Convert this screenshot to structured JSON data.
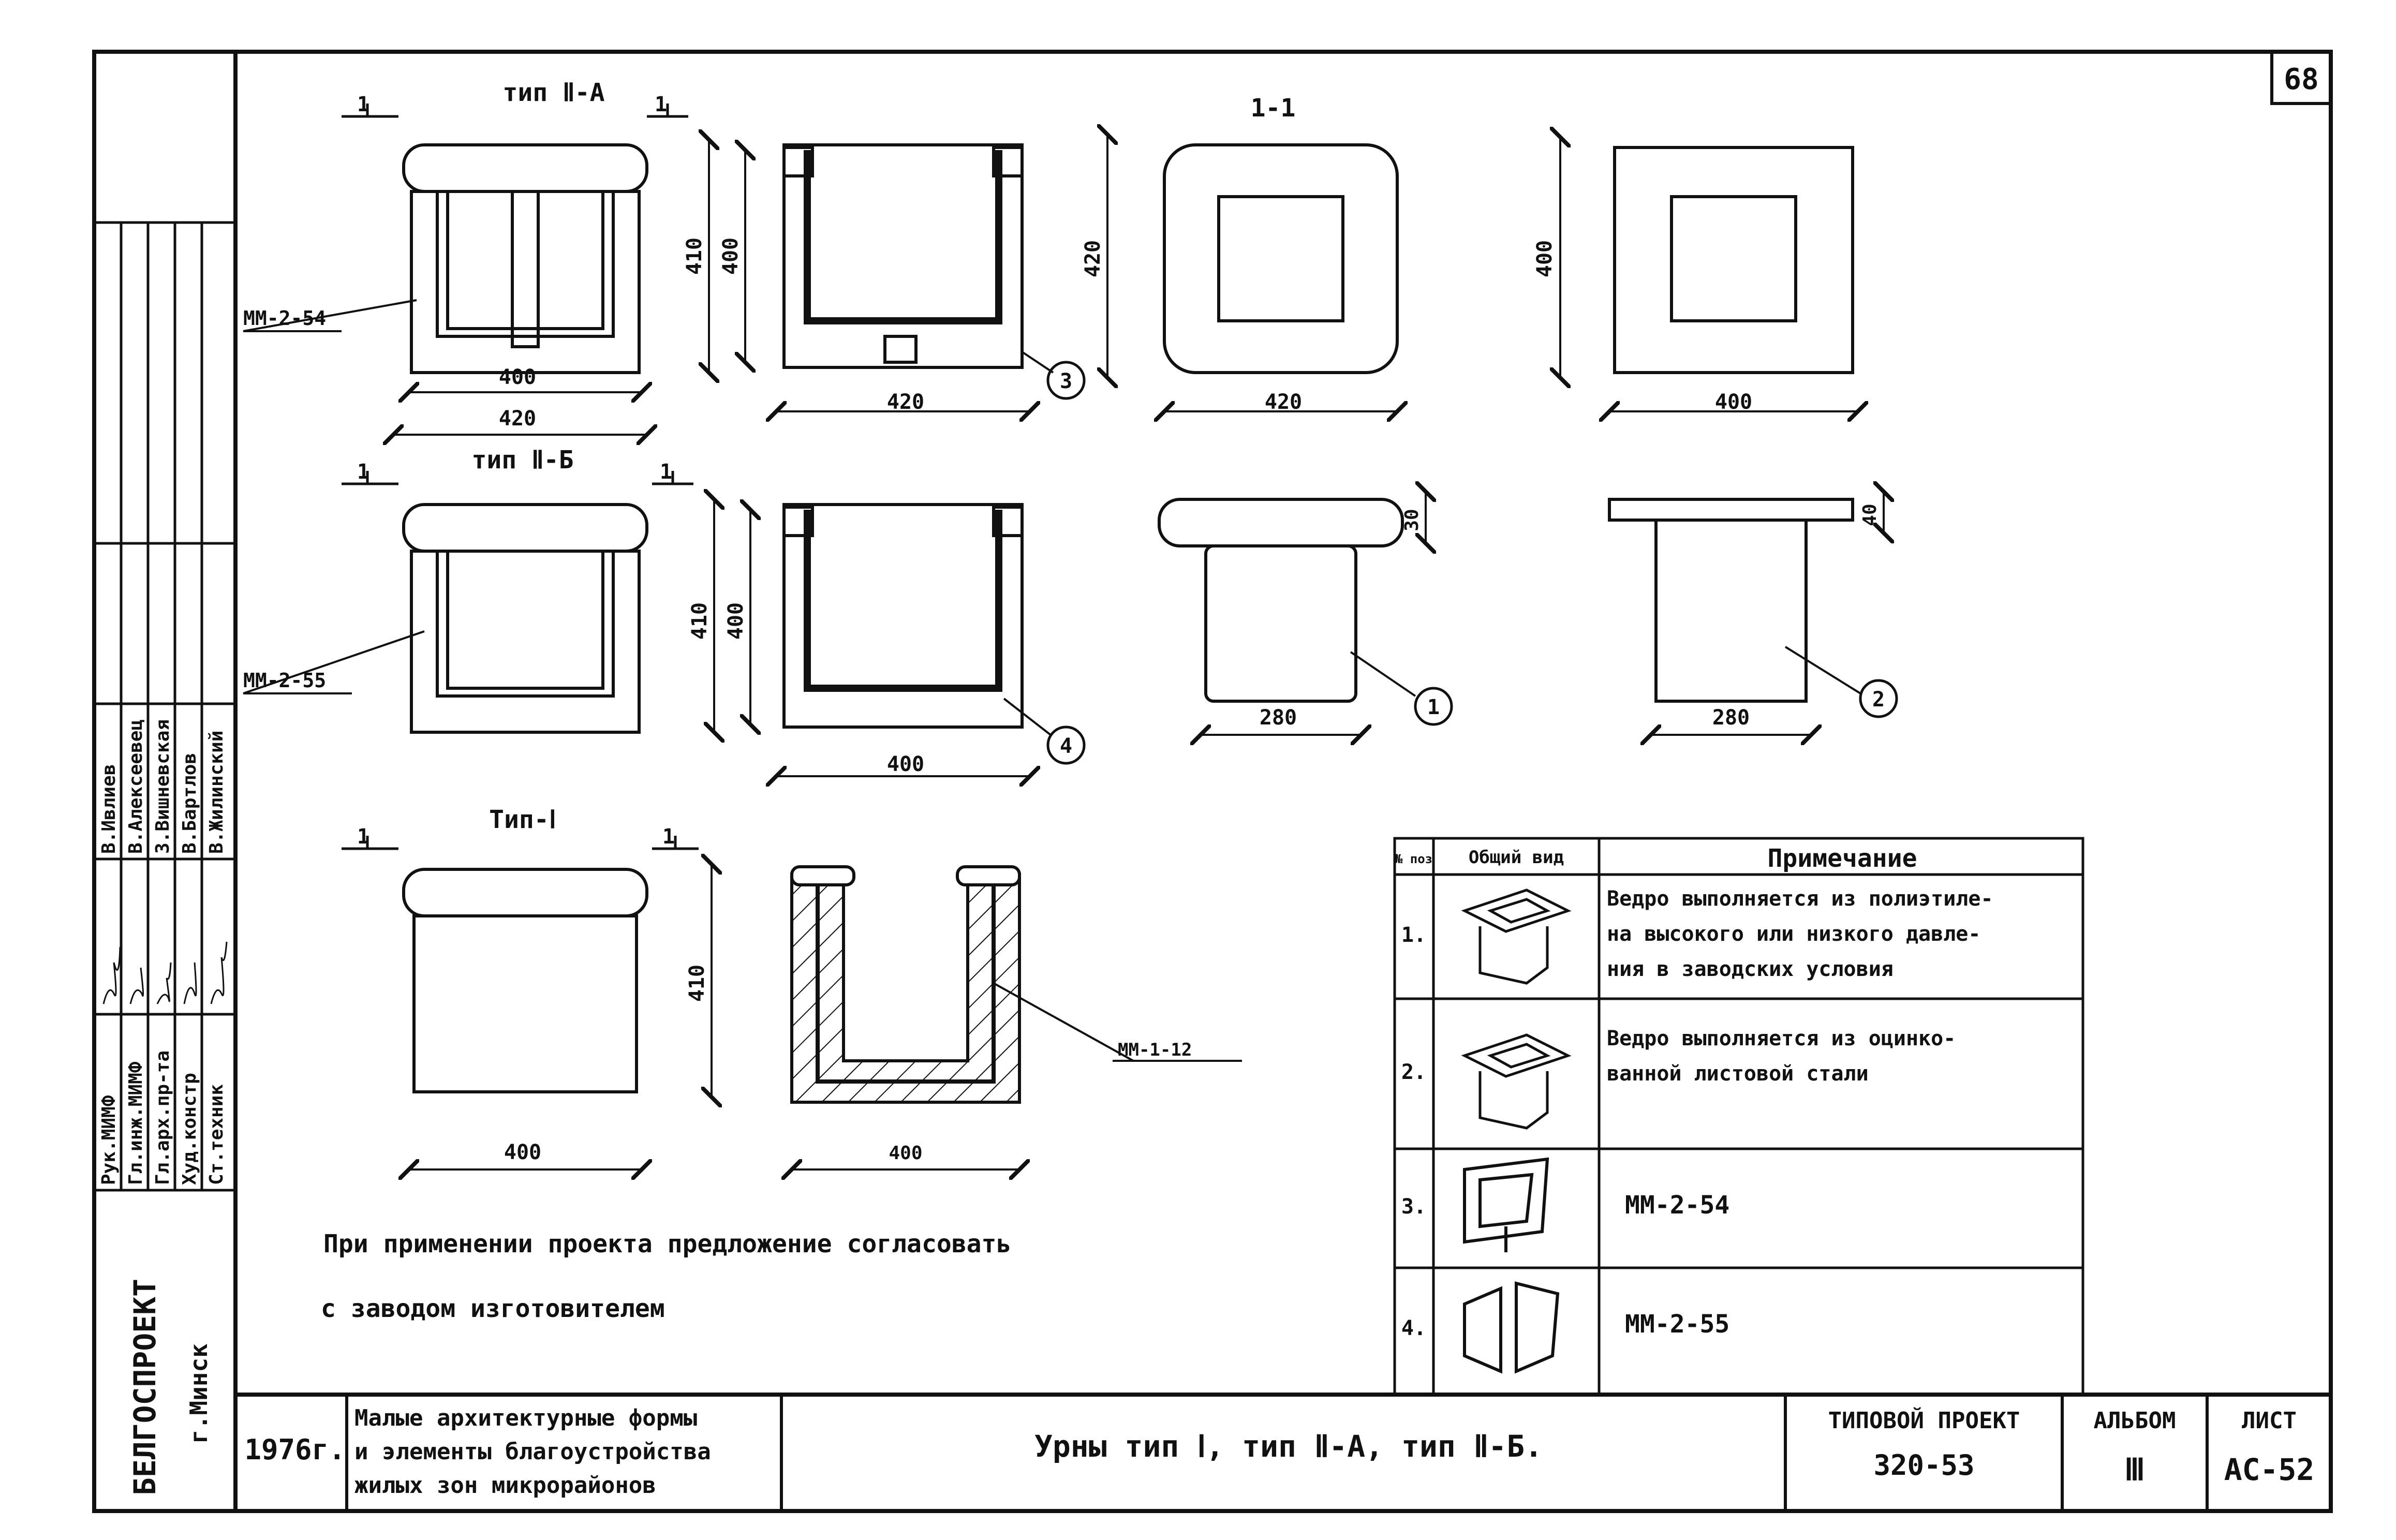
{
  "sheet": {
    "number": "68",
    "note_line1": "При применении проекта предложение согласовать",
    "note_line2": "с заводом изготовителем"
  },
  "views": {
    "type_2a": "тип Ⅱ-А",
    "type_2b": "тип Ⅱ-Б",
    "type_1": "Тип-Ⅰ",
    "section": "1-1",
    "cut_mark": "1"
  },
  "labels": {
    "mm254": "ММ-2-54",
    "mm255": "ММ-2-55",
    "mm112": "ММ-1-12"
  },
  "dims": {
    "d400": "400",
    "d410": "410",
    "d420": "420",
    "d280": "280",
    "d30": "30",
    "d40": "40"
  },
  "callouts": [
    "1",
    "2",
    "3",
    "4"
  ],
  "spec_table": {
    "col_pos": "№ поз",
    "col_view": "Общий вид",
    "col_note": "Примечание",
    "rows": [
      {
        "pos": "1.",
        "note": [
          "Ведро выполняется из полиэтиле-",
          "на высокого или низкого давле-",
          "ния в заводских условия"
        ]
      },
      {
        "pos": "2.",
        "note": [
          "Ведро выполняется из оцинко-",
          "ванной листовой стали"
        ]
      },
      {
        "pos": "3.",
        "note": [
          "ММ-2-54"
        ]
      },
      {
        "pos": "4.",
        "note": [
          "ММ-2-55"
        ]
      }
    ]
  },
  "side_stamp": {
    "roles": [
      "Рук.МИМФ",
      "Гл.инж.МИМФ",
      "Гл.арх.пр-та",
      "Худ.констр",
      "Ст.техник"
    ],
    "names": [
      "В.Ивлиев",
      "В.Алексеевец",
      "З.Вишневская",
      "В.Бартлов",
      "В.Жилинский"
    ],
    "org": "БЕЛГОСПРОЕКТ",
    "city": "г.Минск"
  },
  "title_block": {
    "year": "1976г.",
    "desc": [
      "Малые архитектурные формы",
      "и элементы благоустройства",
      "жилых зон микрорайонов"
    ],
    "title": "Урны тип Ⅰ, тип Ⅱ-А, тип Ⅱ-Б.",
    "project_label": "ТИПОВОЙ ПРОЕКТ",
    "project_value": "320-53",
    "album_label": "АЛЬБОМ",
    "album_value": "Ⅲ",
    "sheet_label": "ЛИСТ",
    "sheet_value": "АС-52"
  }
}
